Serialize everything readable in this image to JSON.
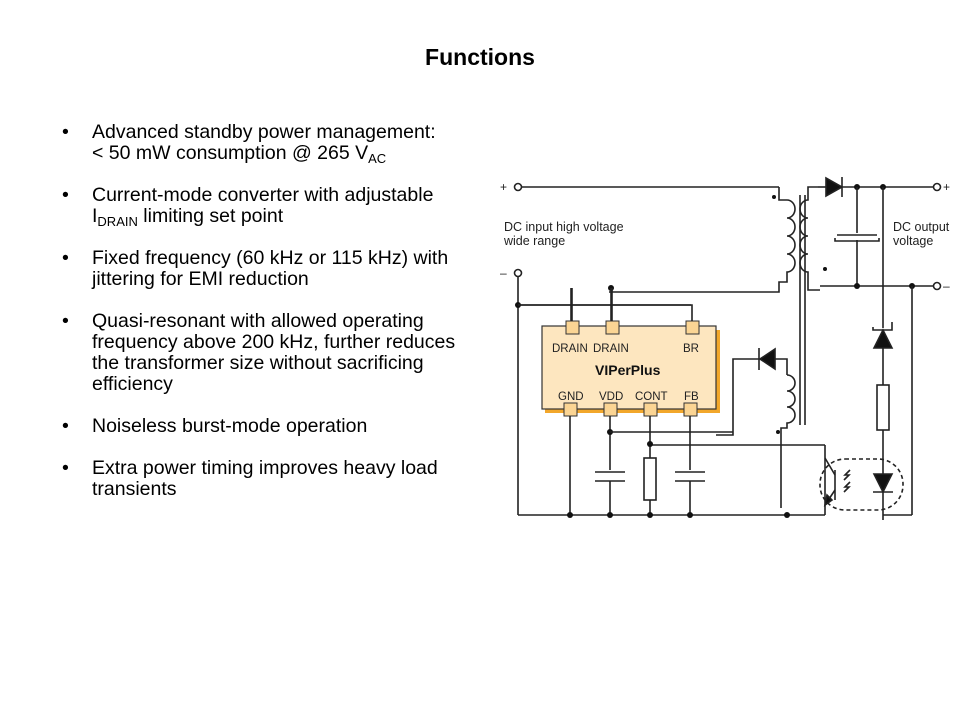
{
  "slide": {
    "title": "Functions",
    "bullets": [
      {
        "parts": [
          {
            "t": "Advanced standby power management:"
          },
          {
            "br": true
          },
          {
            "t": "< 50 mW consumption @ 265 V"
          },
          {
            "sub": "AC"
          }
        ]
      },
      {
        "parts": [
          {
            "t": "Current-mode converter with adjustable I"
          },
          {
            "sub": "DRAIN"
          },
          {
            "t": " limiting set point"
          }
        ]
      },
      {
        "parts": [
          {
            "t": "Fixed frequency (60 kHz or 115 kHz) with jittering for EMI reduction"
          }
        ]
      },
      {
        "parts": [
          {
            "t": "Quasi-resonant with allowed operating frequency above 200 kHz, further reduces the transformer size without sacrificing efficiency"
          }
        ]
      },
      {
        "parts": [
          {
            "t": "Noiseless burst-mode operation"
          }
        ]
      },
      {
        "parts": [
          {
            "t": "Extra power timing improves heavy load transients"
          }
        ]
      }
    ],
    "bullet_glyph": "•"
  },
  "diagram": {
    "input_label_line1": "DC input high voltage",
    "input_label_line2": "wide range",
    "output_label_line1": "DC output",
    "output_label_line2": "voltage",
    "plus": "+",
    "minus": "–",
    "chip": {
      "name": "VIPerPlus",
      "top_pins": [
        "DRAIN",
        "DRAIN",
        "BR"
      ],
      "bottom_pins": [
        "GND",
        "VDD",
        "CONT",
        "FB"
      ],
      "fill": "#fde6bf",
      "shadow": "#f2a72b"
    }
  }
}
